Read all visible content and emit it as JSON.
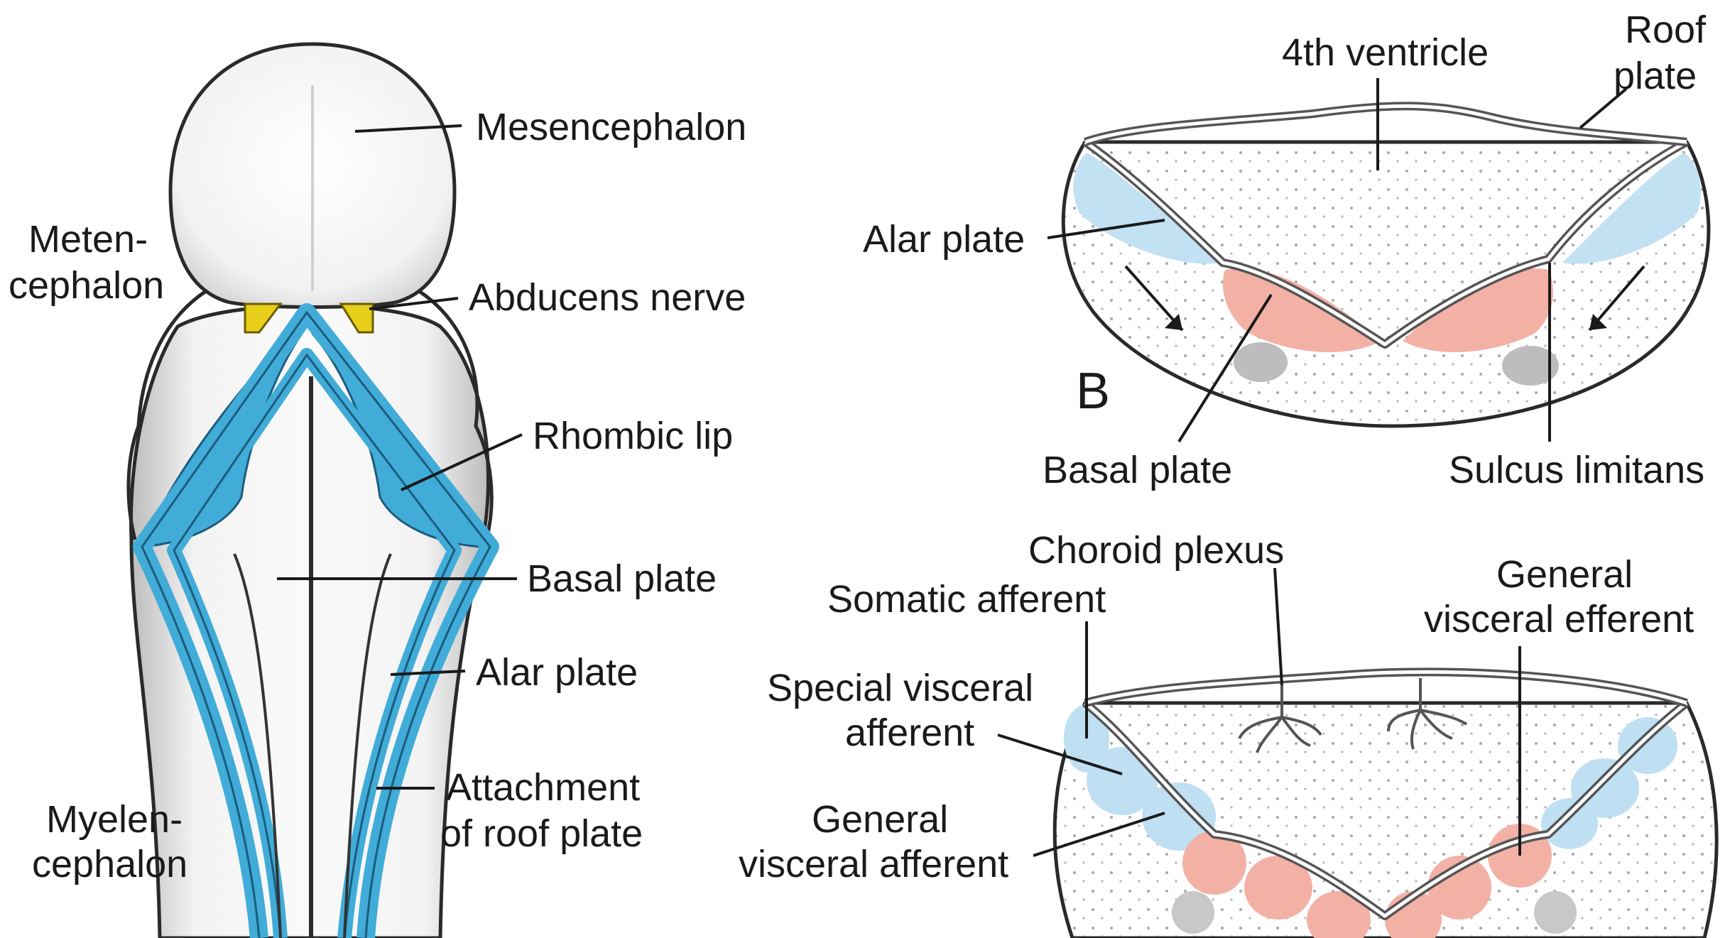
{
  "figure_a": {
    "labels": {
      "mesencephalon": "Mesencephalon",
      "metencephalon_1": "Meten-",
      "metencephalon_2": "cephalon",
      "abducens_nerve": "Abducens nerve",
      "rhombic_lip": "Rhombic lip",
      "basal_plate": "Basal plate",
      "alar_plate": "Alar plate",
      "roof_attach_1": "Attachment",
      "roof_attach_2": "of roof plate",
      "myelencephalon_1": "Myelen-",
      "myelencephalon_2": "cephalon"
    }
  },
  "figure_b": {
    "panel_letter": "B",
    "labels": {
      "fourth_ventricle": "4th ventricle",
      "roof_plate_1": "Roof",
      "roof_plate_2": "plate",
      "alar_plate": "Alar plate",
      "basal_plate": "Basal plate",
      "sulcus_limitans": "Sulcus limitans"
    }
  },
  "figure_c": {
    "labels": {
      "choroid_plexus": "Choroid plexus",
      "somatic_afferent": "Somatic afferent",
      "general_visceral_efferent_1": "General",
      "general_visceral_efferent_2": "visceral efferent",
      "special_visceral_afferent_1": "Special visceral",
      "special_visceral_afferent_2": "afferent",
      "general_visceral_afferent_1": "General",
      "general_visceral_afferent_2": "visceral afferent"
    }
  },
  "colors": {
    "alar_blue": "#bfe0f2",
    "basal_red": "#f3b1a6",
    "plate_blue": "#41acd8",
    "abducens_yellow": "#e8cf1c"
  }
}
